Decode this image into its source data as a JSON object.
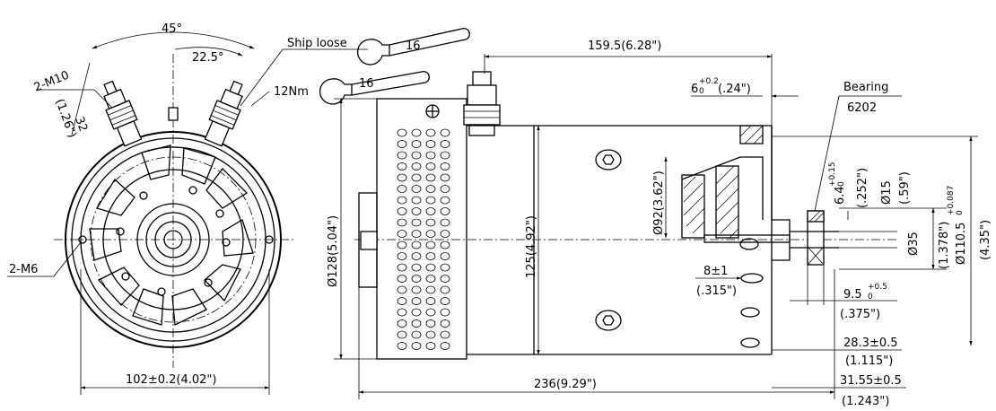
{
  "end_view": {
    "angle_45": "45°",
    "angle_22_5": "22.5°",
    "thread_terminals": "2-M10",
    "dim_32": "32",
    "dim_1_26": "(1.26\")",
    "thread_mounting": "2-M6",
    "width_dim": "102±0.2(4.02\")"
  },
  "callouts": {
    "ship_loose": "Ship loose",
    "wrench_1": "16",
    "torque": "12Nm",
    "wrench_2": "16"
  },
  "side_view": {
    "length_top": "159.5(6.28\")",
    "dim_6_a": "6",
    "dim_6_tol_up": "+0.2",
    "dim_6_tol_lo": "0",
    "dim_6_b": "(.24\")",
    "bearing_label": "Bearing",
    "bearing_no": "6202",
    "dim_6_4_a": "6.4",
    "dim_6_4_tol_up": "+0.15",
    "dim_6_4_tol_lo": "0",
    "dim_6_4_b": "(.252\")",
    "dia_15_a": "Ø15",
    "dia_15_b": "(.59\")",
    "dia_110_a": "Ø110.5",
    "dia_110_tol_up": "+0.087",
    "dia_110_tol_lo": "0",
    "dia_110_b": "(4.35\")",
    "dia_35_a": "Ø35",
    "dia_35_b": "(1.378\")",
    "dia_92": "Ø92(3.62\")",
    "dia_128": "Ø128(5.04\")",
    "height_125": "125(4.92\")",
    "dim_8_a": "8±1",
    "dim_8_b": "(.315\")",
    "dim_9_5_a": "9.5",
    "dim_9_5_tol_up": "+0.5",
    "dim_9_5_tol_lo": "0",
    "dim_9_5_b": "(.375\")",
    "dim_28_3_a": "28.3±0.5",
    "dim_28_3_b": "(1.115\")",
    "length_total": "236(9.29\")",
    "dim_31_55_a": "31.55±0.5",
    "dim_31_55_b": "(1.243\")"
  }
}
